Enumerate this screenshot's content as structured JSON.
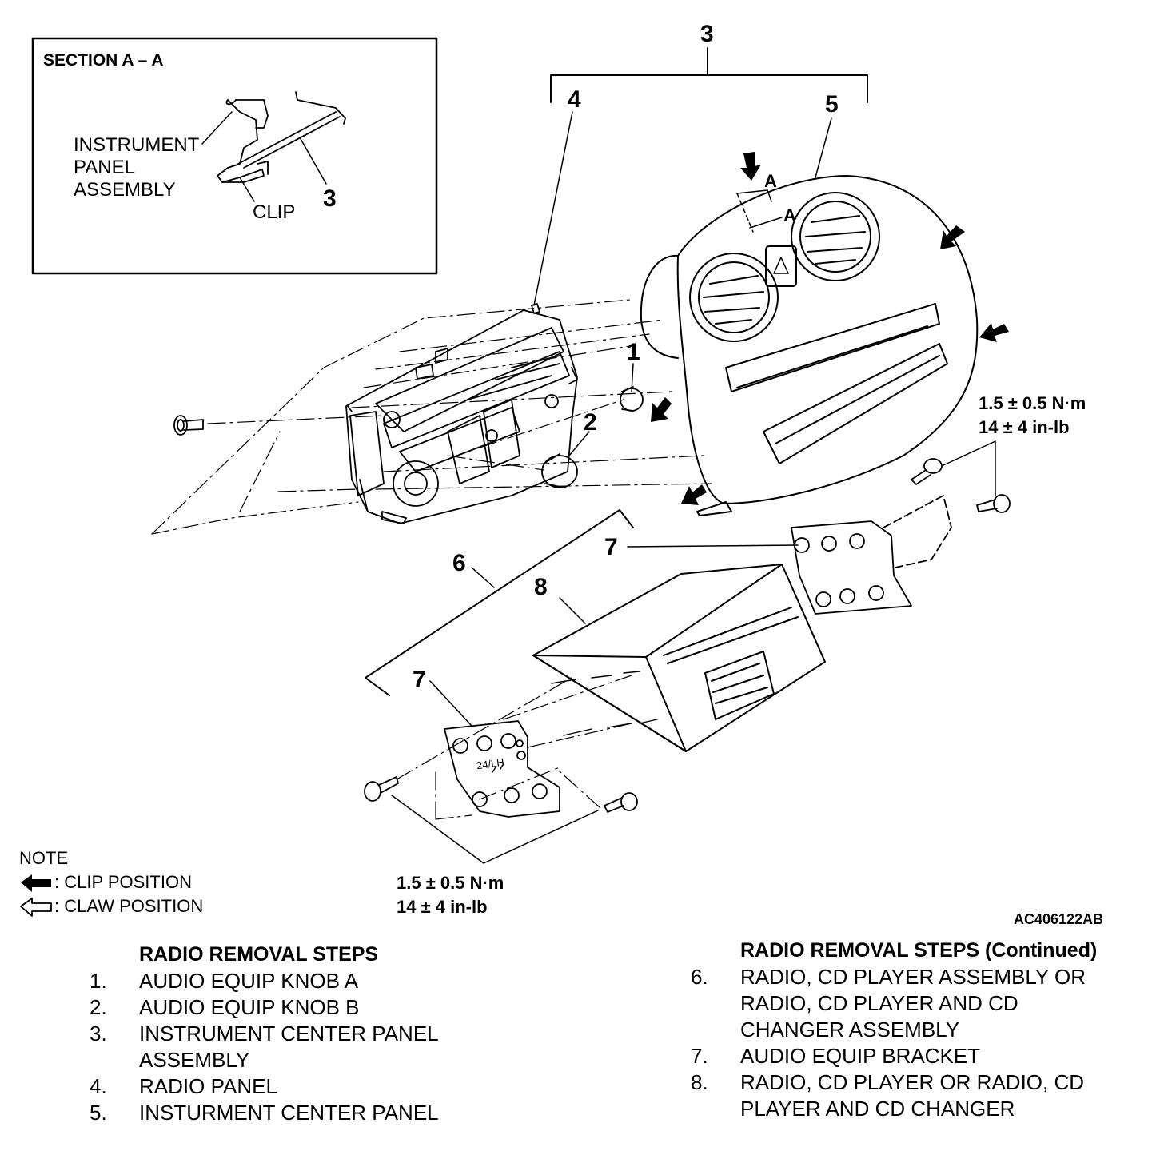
{
  "section": {
    "title": "SECTION A – A",
    "instrument_label_1": "INSTRUMENT",
    "instrument_label_2": "PANEL",
    "instrument_label_3": "ASSEMBLY",
    "clip_label": "CLIP",
    "callout_3": "3"
  },
  "callouts": {
    "c1": "1",
    "c2": "2",
    "c3": "3",
    "c4": "4",
    "c5": "5",
    "c6": "6",
    "c7a": "7",
    "c7b": "7",
    "c8": "8",
    "section_a1": "A",
    "section_a2": "A"
  },
  "torque_upper": {
    "line1": "1.5 ± 0.5 N·m",
    "line2": "14 ± 4 in-lb"
  },
  "torque_lower": {
    "line1": "1.5 ± 0.5 N·m",
    "line2": "14 ± 4 in-lb"
  },
  "bracket_mark": "24/LH",
  "note": {
    "title": "NOTE",
    "clip": ": CLIP POSITION",
    "claw": ": CLAW POSITION"
  },
  "figure_id": "AC406122AB",
  "steps_left": {
    "title": "RADIO REMOVAL STEPS",
    "items": [
      {
        "n": "1.",
        "t": "AUDIO EQUIP KNOB A"
      },
      {
        "n": "2.",
        "t": "AUDIO EQUIP KNOB B"
      },
      {
        "n": "3.",
        "t": "INSTRUMENT CENTER PANEL"
      },
      {
        "n": "",
        "t": "ASSEMBLY"
      },
      {
        "n": "4.",
        "t": "RADIO PANEL"
      },
      {
        "n": "5.",
        "t": "INSTURMENT CENTER PANEL"
      }
    ]
  },
  "steps_right": {
    "title": "RADIO REMOVAL STEPS (Continued)",
    "items": [
      {
        "n": "6.",
        "t": "RADIO, CD PLAYER ASSEMBLY OR"
      },
      {
        "n": "",
        "t": "RADIO, CD PLAYER AND CD"
      },
      {
        "n": "",
        "t": "CHANGER ASSEMBLY"
      },
      {
        "n": "7.",
        "t": "AUDIO EQUIP BRACKET"
      },
      {
        "n": "8.",
        "t": "RADIO, CD PLAYER OR RADIO, CD"
      },
      {
        "n": "",
        "t": "PLAYER AND CD CHANGER"
      }
    ]
  }
}
